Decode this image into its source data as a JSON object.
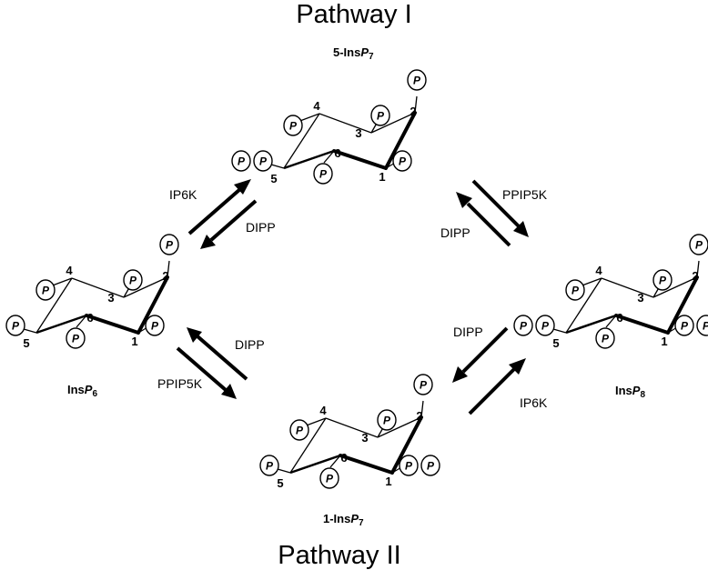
{
  "titles": {
    "top": "Pathway I",
    "bottom": "Pathway II"
  },
  "compounds": {
    "top": {
      "prefix": "5-Ins",
      "italic": "P",
      "sub": "7"
    },
    "left": {
      "prefix": "Ins",
      "italic": "P",
      "sub": "6"
    },
    "right": {
      "prefix": "Ins",
      "italic": "P",
      "sub": "8"
    },
    "bottom": {
      "prefix": "1-Ins",
      "italic": "P",
      "sub": "7"
    }
  },
  "enzymes": {
    "ip6k_upper": "IP6K",
    "dipp_upper_left": "DIPP",
    "ppip5k_upper_right": "PPIP5K",
    "dipp_upper_right": "DIPP",
    "dipp_lower_left": "DIPP",
    "ppip5k_lower_left": "PPIP5K",
    "dipp_lower_right": "DIPP",
    "ip6k_lower_right": "IP6K"
  },
  "ring_positions": [
    "1",
    "2",
    "3",
    "4",
    "5",
    "6"
  ],
  "phosphate_label": "P",
  "ring_colors": {
    "bond": "#000000",
    "circle_fill": "#ffffff"
  },
  "molecules": [
    {
      "id": "5-insp7",
      "diphosphate_positions": [
        "5"
      ]
    },
    {
      "id": "insp6",
      "diphosphate_positions": []
    },
    {
      "id": "insp8",
      "diphosphate_positions": [
        "5",
        "1"
      ]
    },
    {
      "id": "1-insp7",
      "diphosphate_positions": [
        "1"
      ]
    }
  ]
}
